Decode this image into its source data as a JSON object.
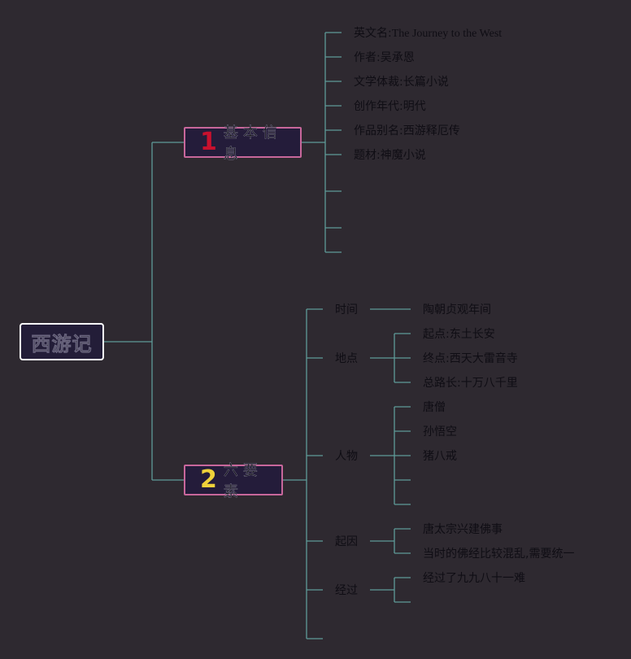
{
  "root": {
    "label": "西游记"
  },
  "branch1": {
    "number": "1",
    "label": "基本信息",
    "items": [
      {
        "label": "英文名:",
        "value": "The Journey to the West"
      },
      {
        "label": "作者:",
        "value": "吴承恩"
      },
      {
        "label": "文学体裁:",
        "value": "长篇小说"
      },
      {
        "label": "创作年代:",
        "value": "明代"
      },
      {
        "label": "作品别名:",
        "value": "西游释厄传"
      },
      {
        "label": "题材:",
        "value": "神魔小说"
      }
    ]
  },
  "branch2": {
    "number": "2",
    "label": "六要素",
    "elements": [
      {
        "label": "时间",
        "children": [
          "陶朝贞观年间"
        ]
      },
      {
        "label": "地点",
        "children": [
          "起点:东土长安",
          "终点:西天大雷音寺",
          "总路长:十万八千里"
        ]
      },
      {
        "label": "人物",
        "children": [
          "唐僧",
          "孙悟空",
          "猪八戒"
        ]
      },
      {
        "label": "起因",
        "children": [
          "唐太宗兴建佛事",
          "当时的佛经比较混乱,需要统一"
        ]
      },
      {
        "label": "经过",
        "children": [
          "经过了九九八十一难"
        ]
      }
    ]
  },
  "colors": {
    "background": "#2e2930",
    "line": "#5e9b98",
    "topic_border": "#c8679b",
    "root_border": "#ffffff",
    "num1": "#c8112e",
    "num2": "#f0d23a"
  }
}
